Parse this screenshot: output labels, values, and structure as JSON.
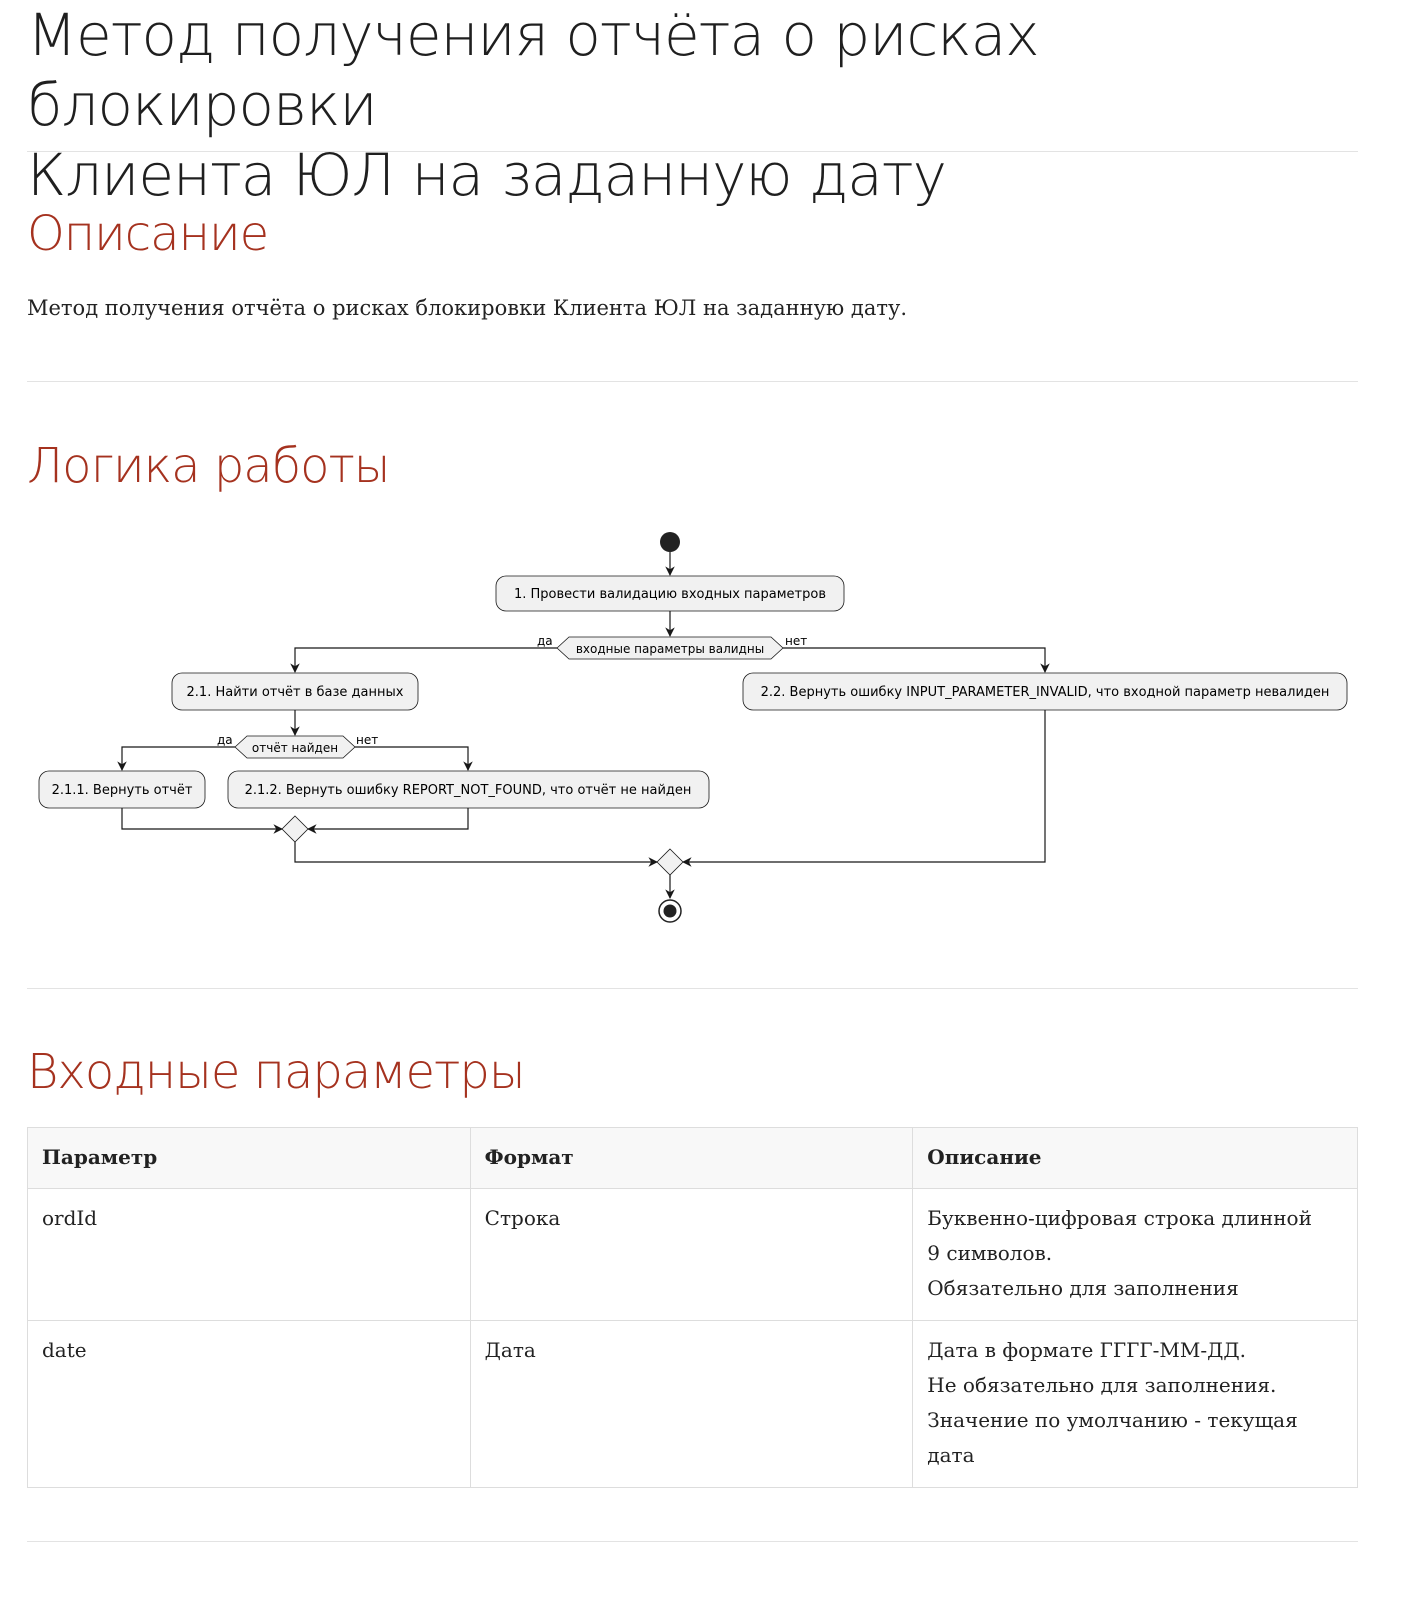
{
  "title": {
    "line1": "Метод получения отчёта о рисках блокировки",
    "line2": "Клиента ЮЛ на заданную дату"
  },
  "description": {
    "heading": "Описание",
    "text": "Метод получения отчёта о рисках блокировки Клиента ЮЛ на заданную дату."
  },
  "logic": {
    "heading": "Логика работы",
    "diagram": {
      "step1": "1. Провести валидацию входных параметров",
      "decision1": "входные параметры валидны",
      "decision1_yes": "да",
      "decision1_no": "нет",
      "step21": "2.1. Найти отчёт в базе данных",
      "step22": "2.2. Вернуть ошибку INPUT_PARAMETER_INVALID, что входной параметр невалиден",
      "decision2": "отчёт найден",
      "decision2_yes": "да",
      "decision2_no": "нет",
      "step211": "2.1.1. Вернуть отчёт",
      "step212": "2.1.2. Вернуть ошибку REPORT_NOT_FOUND, что отчёт не найден"
    }
  },
  "inputs": {
    "heading": "Входные параметры",
    "columns": [
      "Параметр",
      "Формат",
      "Описание"
    ],
    "rows": [
      {
        "param": "ordId",
        "format": "Строка",
        "description": [
          "Буквенно-цифровая строка длинной",
          "9 символов.",
          "Обязательно для заполнения"
        ]
      },
      {
        "param": "date",
        "format": "Дата",
        "description": [
          "Дата в формате ГГГГ-ММ-ДД.",
          "Не обязательно для заполнения.",
          "Значение по умолчанию - текущая",
          "дата"
        ]
      }
    ]
  }
}
